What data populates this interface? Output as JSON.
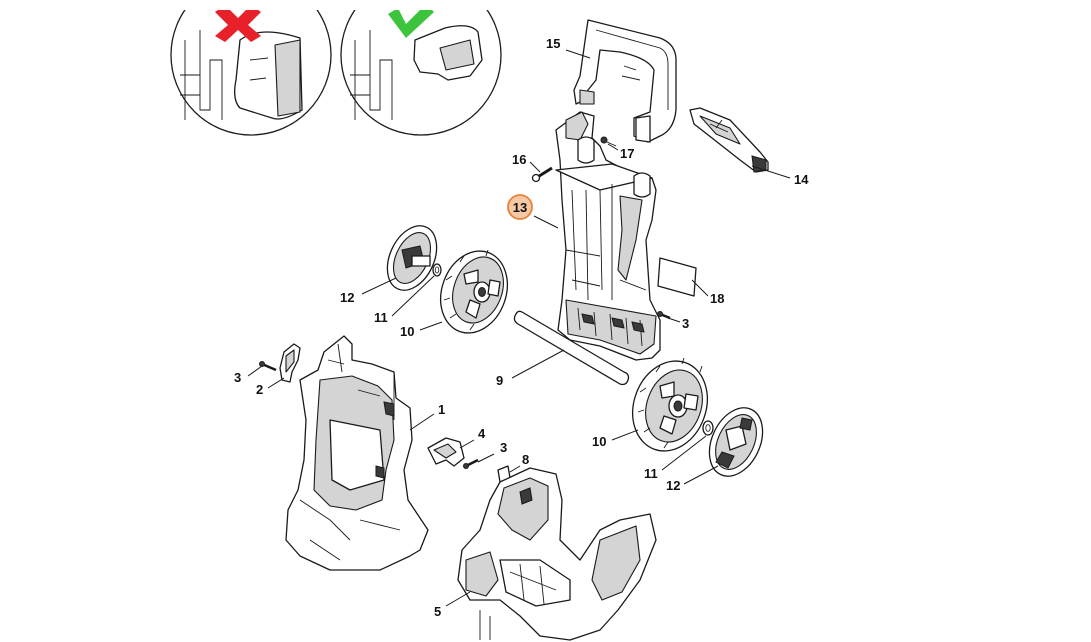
{
  "diagram": {
    "callouts": {
      "c1": "1",
      "c2": "2",
      "c3a": "3",
      "c3b": "3",
      "c3c": "3",
      "c4": "4",
      "c5": "5",
      "c8": "8",
      "c9": "9",
      "c10a": "10",
      "c10b": "10",
      "c11a": "11",
      "c11b": "11",
      "c12a": "12",
      "c12b": "12",
      "c13": "13",
      "c14": "14",
      "c15": "15",
      "c16": "16",
      "c17": "17",
      "c18": "18"
    },
    "highlighted_part": "13",
    "colors": {
      "highlight_fill": "#f6c9a4",
      "highlight_stroke": "#e8823a",
      "wrong_mark": "#e8202a",
      "correct_mark": "#3cc43c",
      "line": "#1a1a1a"
    },
    "insets": [
      {
        "mark": "x-mark-icon",
        "meaning": "incorrect"
      },
      {
        "mark": "check-mark-icon",
        "meaning": "correct"
      }
    ]
  }
}
